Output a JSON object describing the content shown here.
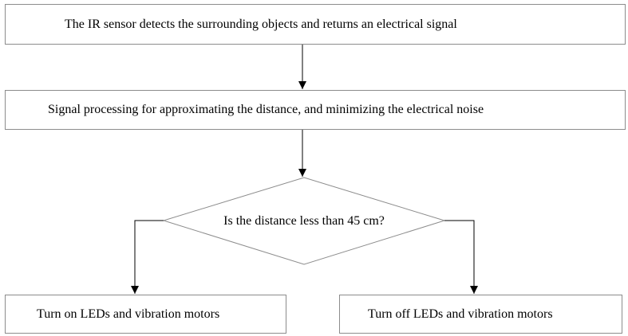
{
  "diagram": {
    "steps": {
      "sensor": "The IR sensor detects the surrounding objects and returns an electrical signal",
      "processing": "Signal processing for approximating the distance, and minimizing the electrical noise"
    },
    "decision": {
      "question": "Is the distance less than 45 cm?"
    },
    "outcomes": {
      "yes": "Turn on LEDs and vibration motors",
      "no": "Turn off LEDs and vibration motors"
    },
    "colors": {
      "box_border": "#8c8c8c",
      "connector": "#000000",
      "text": "#000000"
    }
  }
}
